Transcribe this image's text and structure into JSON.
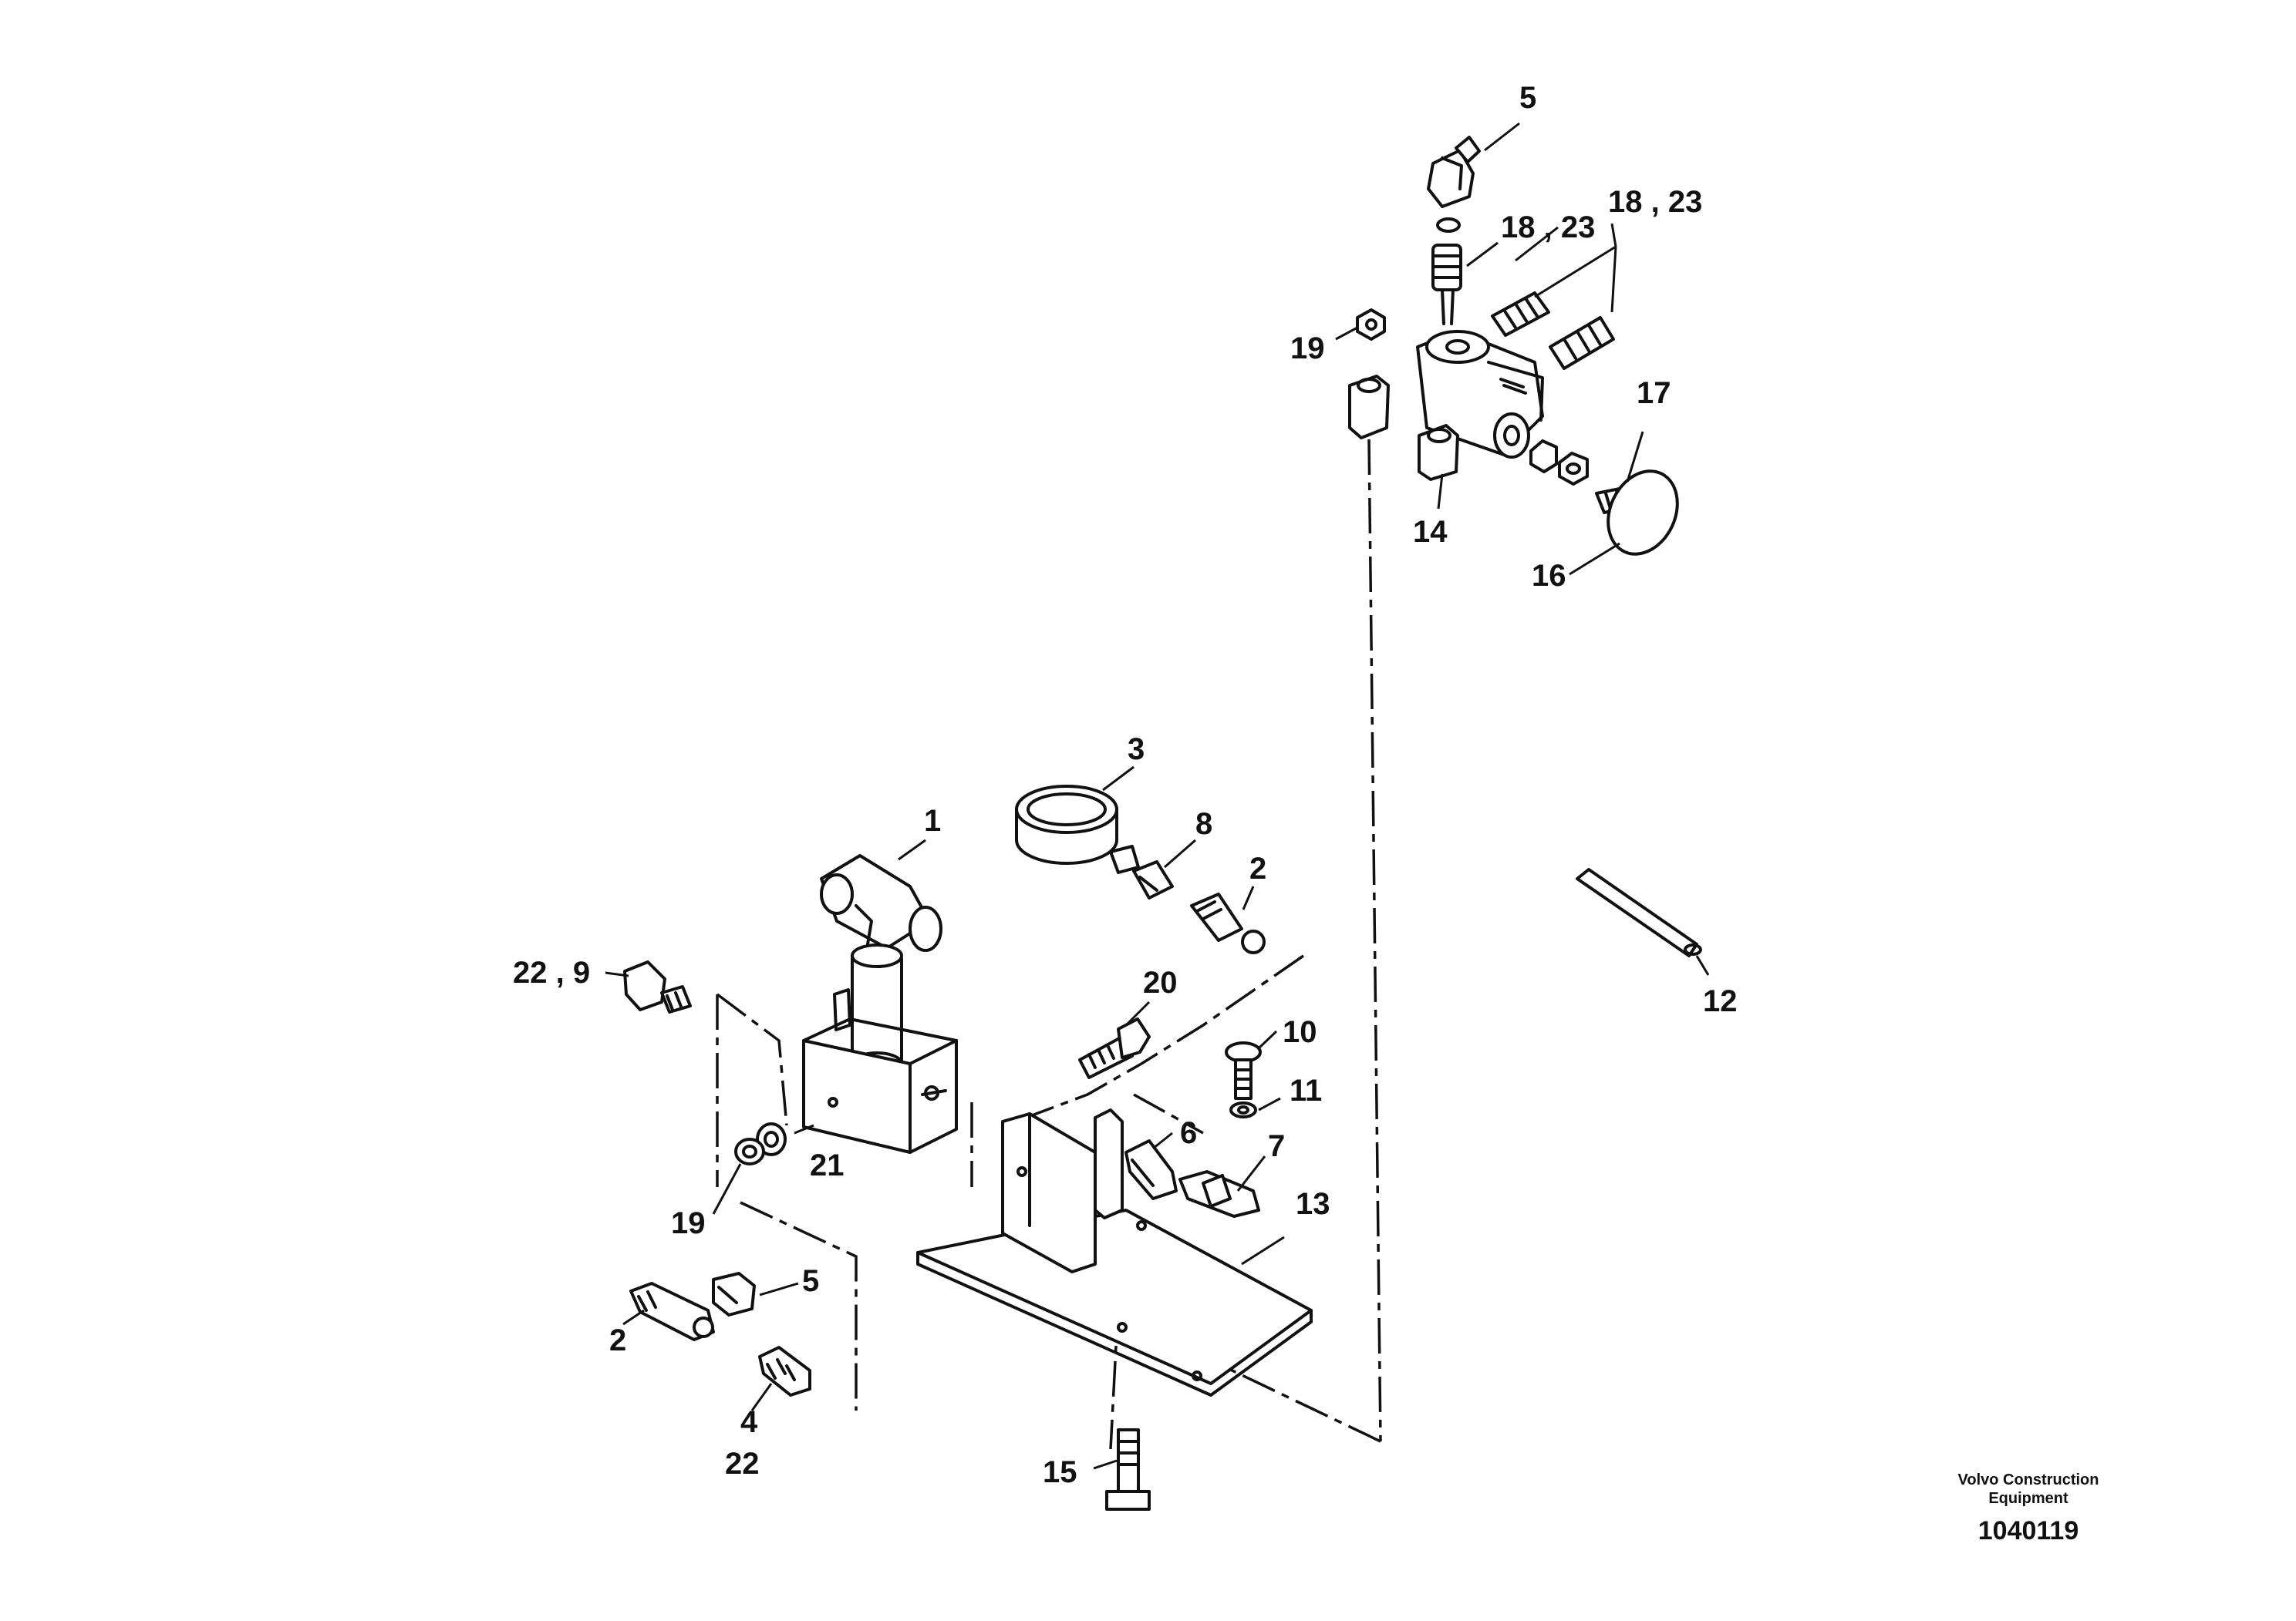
{
  "callouts": {
    "c5_top": "5",
    "c18_23_a": "18 , 23",
    "c18_23_b": "18 , 23",
    "c19_top": "19",
    "c17": "17",
    "c14": "14",
    "c16": "16",
    "c3": "3",
    "c1": "1",
    "c8": "8",
    "c2_top": "2",
    "c22_9": "22 , 9",
    "c20": "20",
    "c10": "10",
    "c11": "11",
    "c6": "6",
    "c7": "7",
    "c13": "13",
    "c21": "21",
    "c19_low": "19",
    "c5_low": "5",
    "c2_low": "2",
    "c4": "4",
    "c22": "22",
    "c15": "15",
    "c12": "12"
  },
  "footer": {
    "brand_line1": "Volvo Construction",
    "brand_line2": "Equipment",
    "drawing_number": "1040119"
  }
}
